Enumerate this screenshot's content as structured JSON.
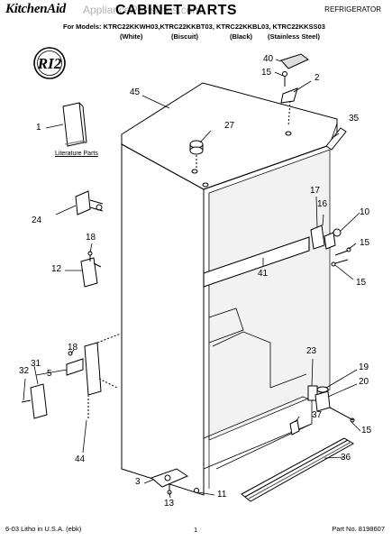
{
  "header": {
    "brand": "KitchenAid",
    "watermark": "AppliancePartsPros.com",
    "title": "CABINET PARTS",
    "category": "REFRIGERATOR",
    "models_line": "For Models: KTRC22KKWH03,KTRC22KKBT03, KTRC22KKBL03, KTRC22KKSS03",
    "colors": [
      "(White)",
      "(Biscuit)",
      "(Black)",
      "(Stainless Steel)"
    ]
  },
  "stamp": {
    "text": "RI2"
  },
  "literature": {
    "label": "Literature Parts"
  },
  "callouts": {
    "c1": "1",
    "c2": "2",
    "c3": "3",
    "c5": "5",
    "c10": "10",
    "c11": "11",
    "c12": "12",
    "c13": "13",
    "c15a": "15",
    "c15b": "15",
    "c15c": "15",
    "c15d": "15",
    "c16": "16",
    "c17": "17",
    "c18a": "18",
    "c18b": "18",
    "c19": "19",
    "c20": "20",
    "c23": "23",
    "c24": "24",
    "c27": "27",
    "c31": "31",
    "c32": "32",
    "c35": "35",
    "c36": "36",
    "c37": "37",
    "c40": "40",
    "c41": "41",
    "c44": "44",
    "c45": "45"
  },
  "footer": {
    "left": "6-03 Litho in U.S.A. (ebk)",
    "page": "1",
    "part_no": "Part No. 8198607"
  }
}
